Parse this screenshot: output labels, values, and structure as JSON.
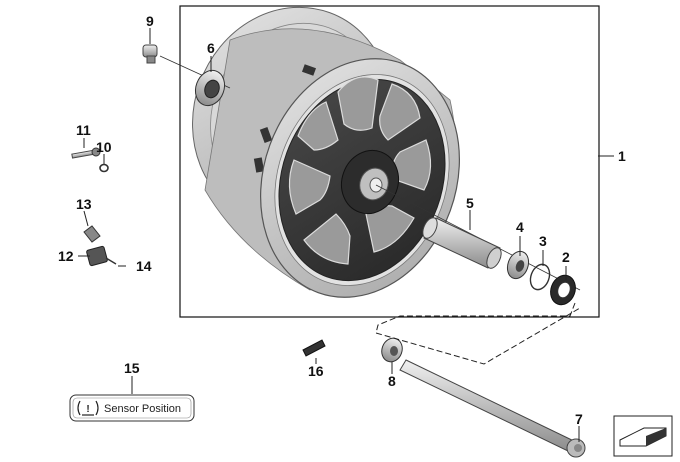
{
  "diagram": {
    "callouts": {
      "c1": "1",
      "c2": "2",
      "c3": "3",
      "c4": "4",
      "c5": "5",
      "c6": "6",
      "c7": "7",
      "c8": "8",
      "c9": "9",
      "c10": "10",
      "c11": "11",
      "c12": "12",
      "c13": "13",
      "c14": "14",
      "c15": "15",
      "c16": "16"
    },
    "sensor_label": {
      "icon_glyph": "!",
      "text": "Sensor Position"
    },
    "icons": {
      "wheel": "cast-wheel-icon",
      "bearing": "ball-bearing-icon",
      "spacer": "spacer-sleeve-icon",
      "axle": "axle-shaft-icon",
      "seal": "shaft-seal-icon",
      "circlip": "circlip-icon",
      "valve": "valve-icon",
      "sensor": "tpms-sensor-icon",
      "weight": "balance-weight-icon",
      "nav": "page-corner-icon"
    },
    "colors": {
      "rim": "#c8c8c8",
      "spoke": "#3a3a3a",
      "line": "#222222"
    }
  }
}
